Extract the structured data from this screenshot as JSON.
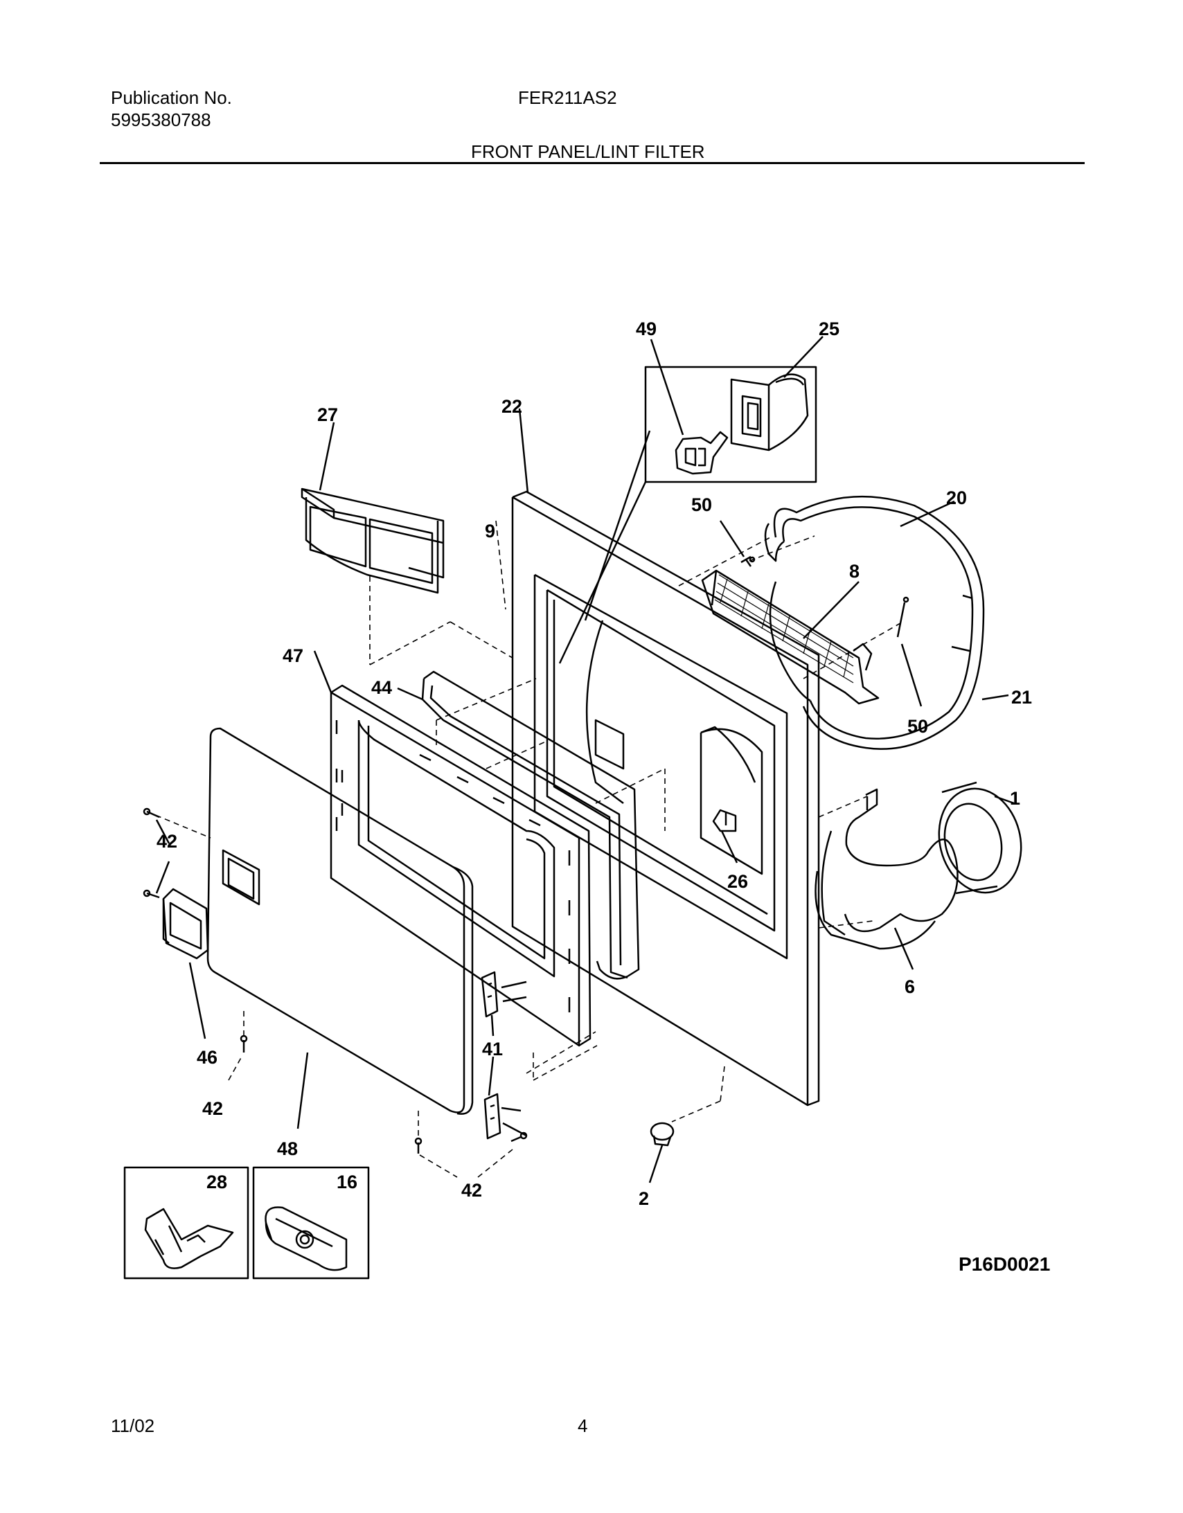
{
  "header": {
    "publication_label": "Publication No.",
    "publication_number": "5995380788",
    "model": "FER211AS2",
    "section_title": "FRONT PANEL/LINT FILTER"
  },
  "callouts": {
    "c1": "1",
    "c2": "2",
    "c6": "6",
    "c8": "8",
    "c9": "9",
    "c16": "16",
    "c20": "20",
    "c21": "21",
    "c22": "22",
    "c25": "25",
    "c26": "26",
    "c27": "27",
    "c28": "28",
    "c41": "41",
    "c42a": "42",
    "c42b": "42",
    "c42c": "42",
    "c44": "44",
    "c46": "46",
    "c47": "47",
    "c48": "48",
    "c49": "49",
    "c50a": "50",
    "c50b": "50"
  },
  "diagram_code": "P16D0021",
  "footer": {
    "date": "11/02",
    "page": "4"
  }
}
